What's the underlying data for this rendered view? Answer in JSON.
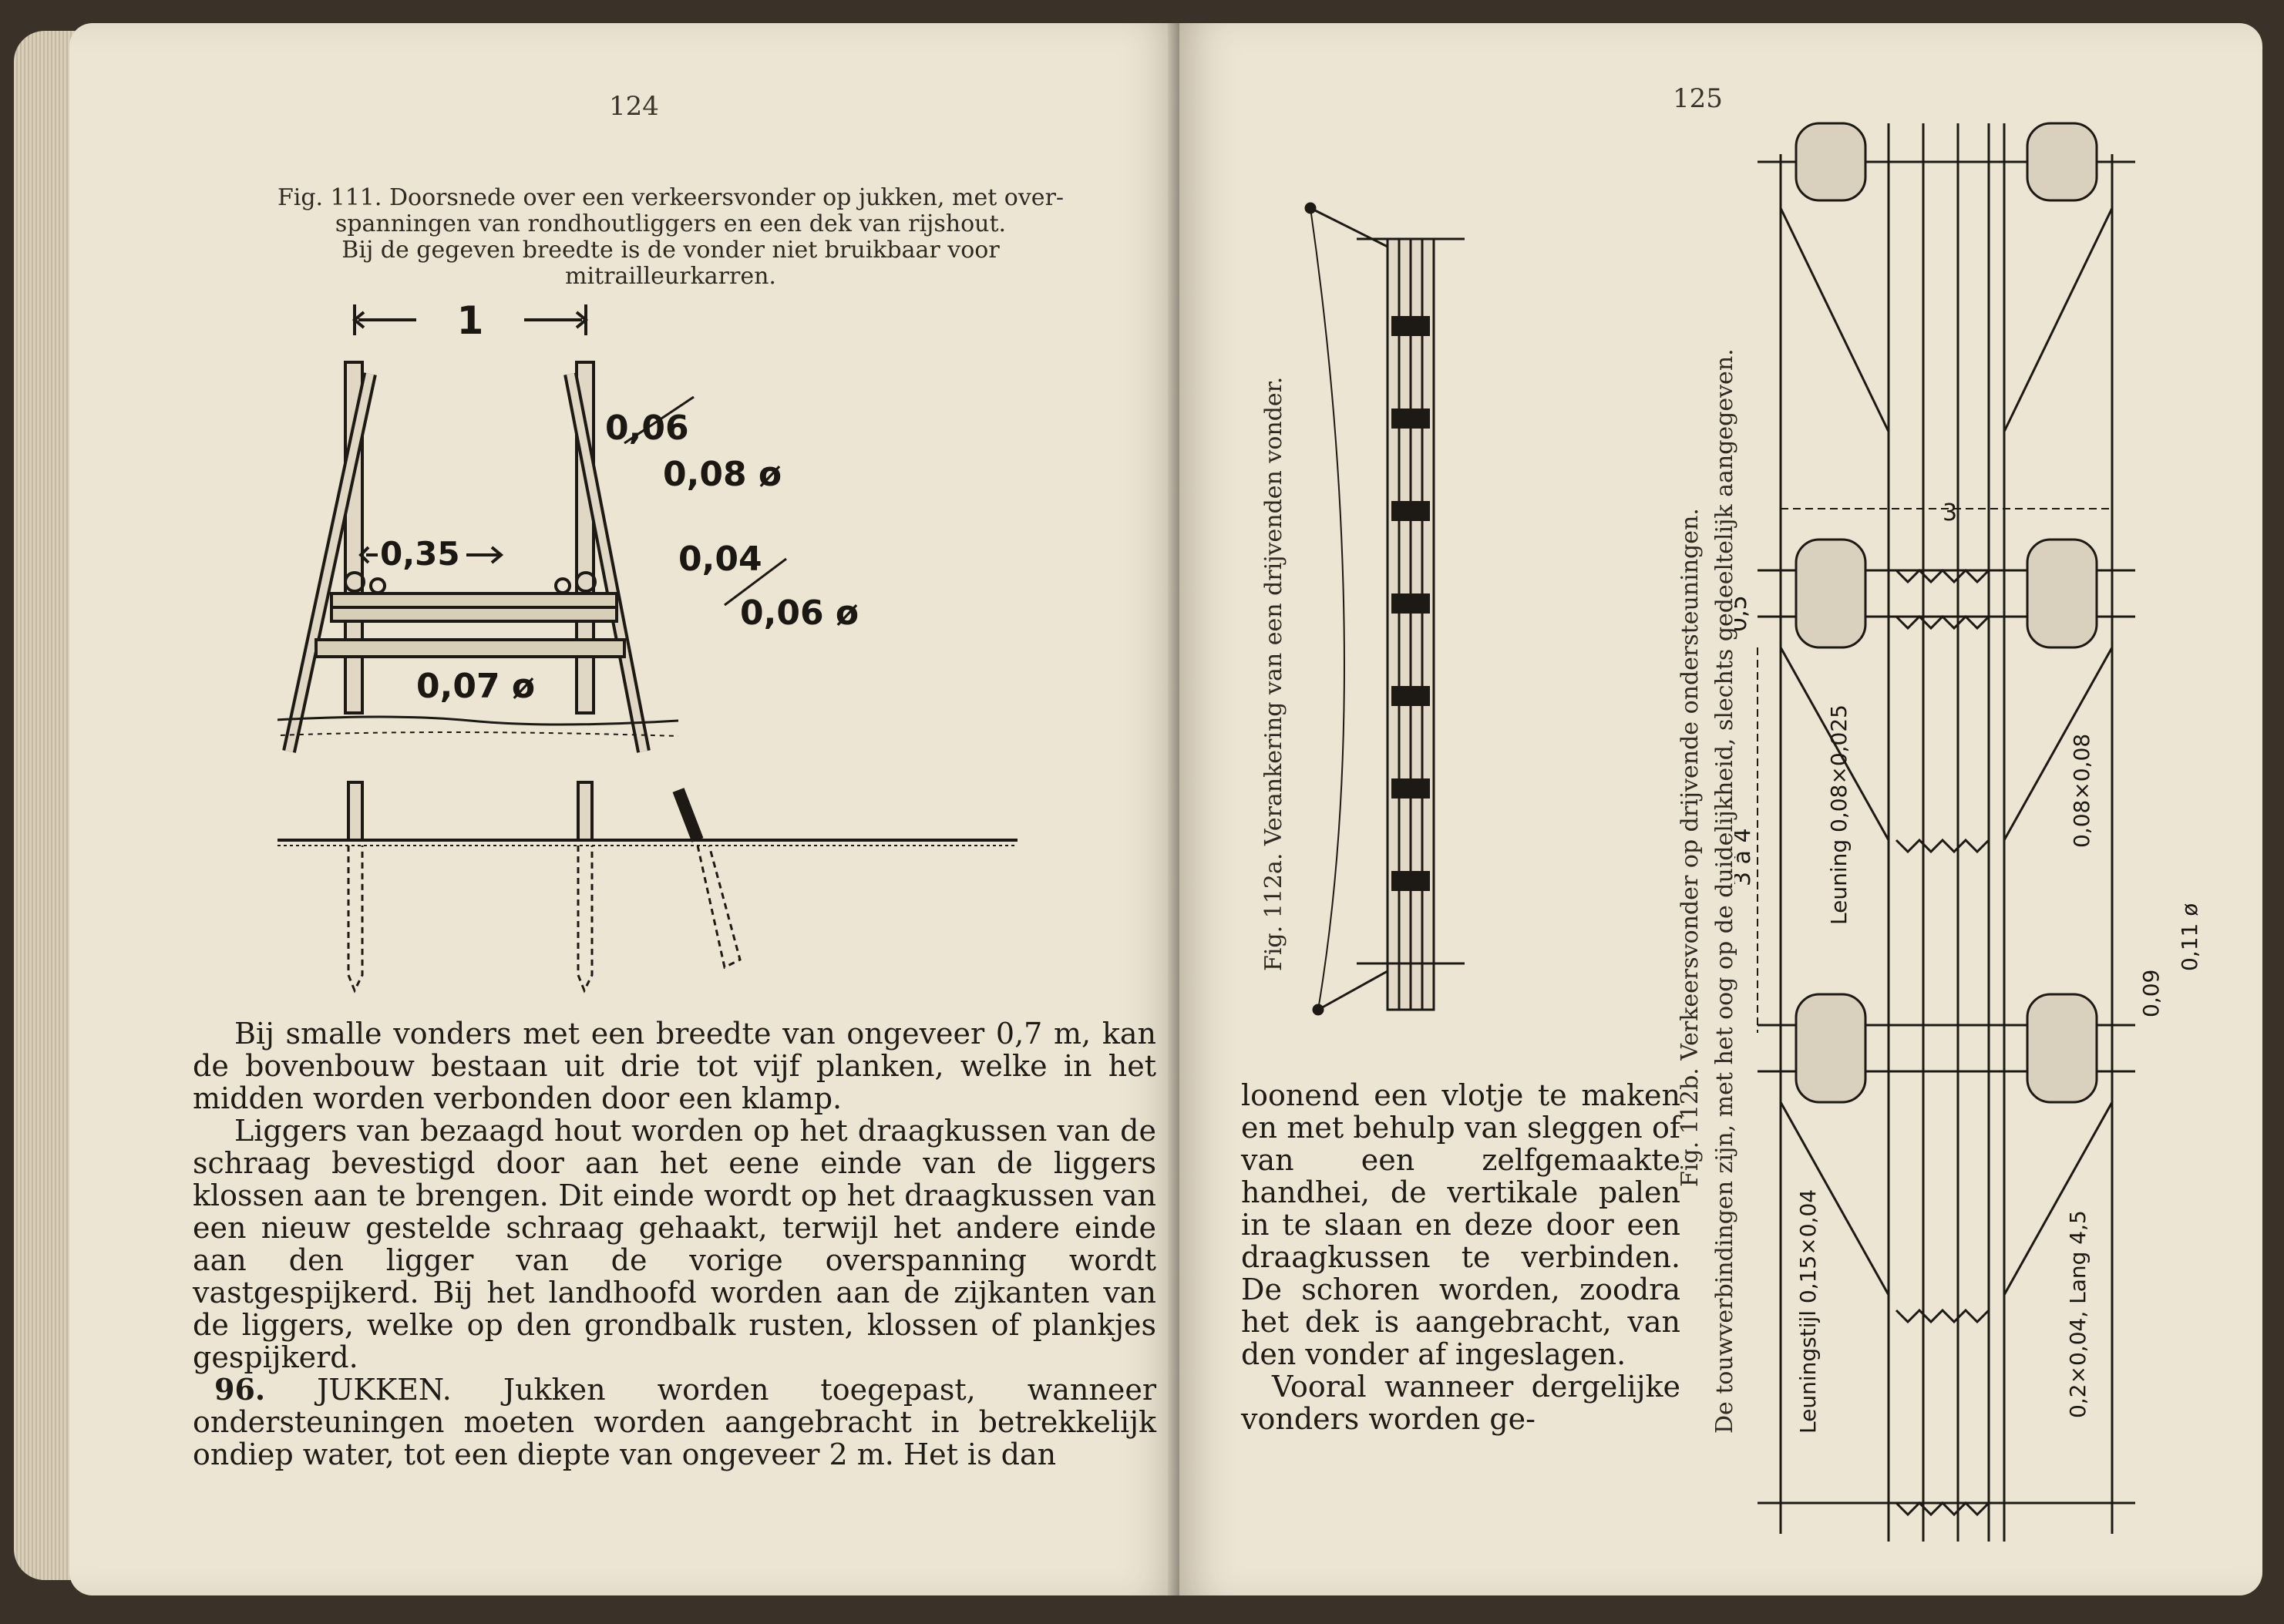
{
  "left_page": {
    "page_number": "124",
    "caption_lines": [
      "Fig. 111. Doorsnede over een verkeersvonder op jukken, met over-",
      "spanningen van rondhoutliggers en een dek van rijshout.",
      "Bij de gegeven breedte is de vonder niet bruikbaar voor",
      "mitrailleurkarren."
    ],
    "figure_labels": {
      "width": "1",
      "d1": "0,06",
      "d1b": "0,08 ø",
      "gap": "0,35",
      "d2": "0,04",
      "d2b": "0,06 ø",
      "d3": "0,07 ø"
    },
    "paragraphs": [
      "Bij smalle vonders met een breedte van ongeveer 0,7 m, kan de bovenbouw bestaan uit drie tot vijf planken, welke in het midden worden verbonden door een klamp.",
      "Liggers van bezaagd hout worden op het draagkussen van de schraag bevestigd door aan het eene einde van de liggers klossen aan te brengen. Dit einde wordt op het draagkussen van een nieuw gestelde schraag gehaakt, terwijl het andere einde aan den ligger van de vorige overspanning wordt vastgespijkerd. Bij het landhoofd worden aan de zijkanten van de liggers, welke op den grondbalk rusten, klossen of plankjes gespijkerd."
    ],
    "section": {
      "number": "96.",
      "heading": "JUKKEN.",
      "text": "Jukken worden toegepast, wanneer ondersteuningen moeten worden aangebracht in betrekkelijk ondiep water, tot een diepte van ongeveer 2 m. Het is dan"
    }
  },
  "right_page": {
    "page_number": "125",
    "caption_a": "Fig. 112a.  Verankering van een drijvenden vonder.",
    "caption_b_line1": "Fig. 112b. Verkeersvonder op drijvende ondersteuningen.",
    "caption_b_line2": "De touwverbindingen zijn, met het oog op de duidelijkheid, slechts gedeeltelijk aangegeven.",
    "figure_labels": {
      "span": "3",
      "half": "0,5",
      "range": "3 à 4",
      "leuning": "Leuning 0,08×0,025",
      "beam": "0,08×0,08",
      "rope": "0,09",
      "rope_b": "0,11 ø",
      "stijl": "Leuningstijl 0,15×0,04",
      "plank": "0,2×0,04, Lang 4,5"
    },
    "paragraphs": [
      "loonend een vlotje te maken en met behulp van sleggen of van een zelfgemaakte handhei, de vertikale palen in te slaan en deze door een draagkussen te verbinden. De schoren worden, zoodra het dek is aangebracht, van den vonder af ingeslagen.",
      "Vooral wanneer dergelijke vonders worden ge-"
    ]
  }
}
